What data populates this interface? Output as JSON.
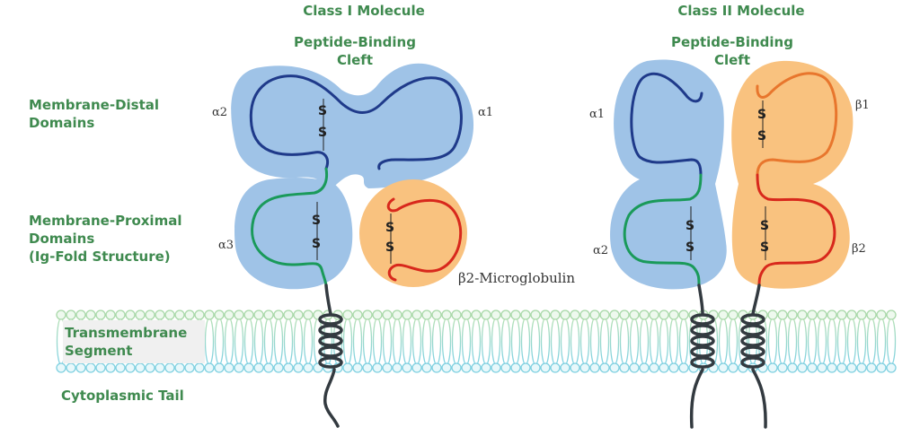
{
  "titles": {
    "class1": "Class I Molecule",
    "class2": "Class II Molecule"
  },
  "cleft_labels": {
    "class1": [
      "Peptide-Binding",
      "Cleft"
    ],
    "class2": [
      "Peptide-Binding",
      "Cleft"
    ]
  },
  "side_labels": {
    "distal": [
      "Membrane-Distal",
      "Domains"
    ],
    "proximal": [
      "Membrane-Proximal",
      "Domains",
      "(Ig-Fold Structure)"
    ],
    "transmembrane": [
      "Transmembrane",
      "Segment"
    ],
    "cytoplasmic": "Cytoplasmic Tail"
  },
  "domains": {
    "class1": {
      "alpha1": "α1",
      "alpha2": "α2",
      "alpha3": "α3",
      "b2m": "β2-Microglobulin"
    },
    "class2": {
      "alpha1": "α1",
      "alpha2": "α2",
      "beta1": "β1",
      "beta2": "β2"
    }
  },
  "disulfide": "S",
  "colors": {
    "label_green": "#3f8a4f",
    "alpha_fill": "#9fc3e7",
    "beta_fill": "#f9c27f",
    "alpha_distal_strand": "#1f3a8a",
    "alpha_proximal_strand": "#1a9a5a",
    "beta_distal_strand": "#e8762d",
    "beta_proximal_strand": "#d8281c",
    "tail": "#333a40",
    "membrane_top": "#a8d8a8",
    "membrane_bottom": "#7fd0e0"
  }
}
